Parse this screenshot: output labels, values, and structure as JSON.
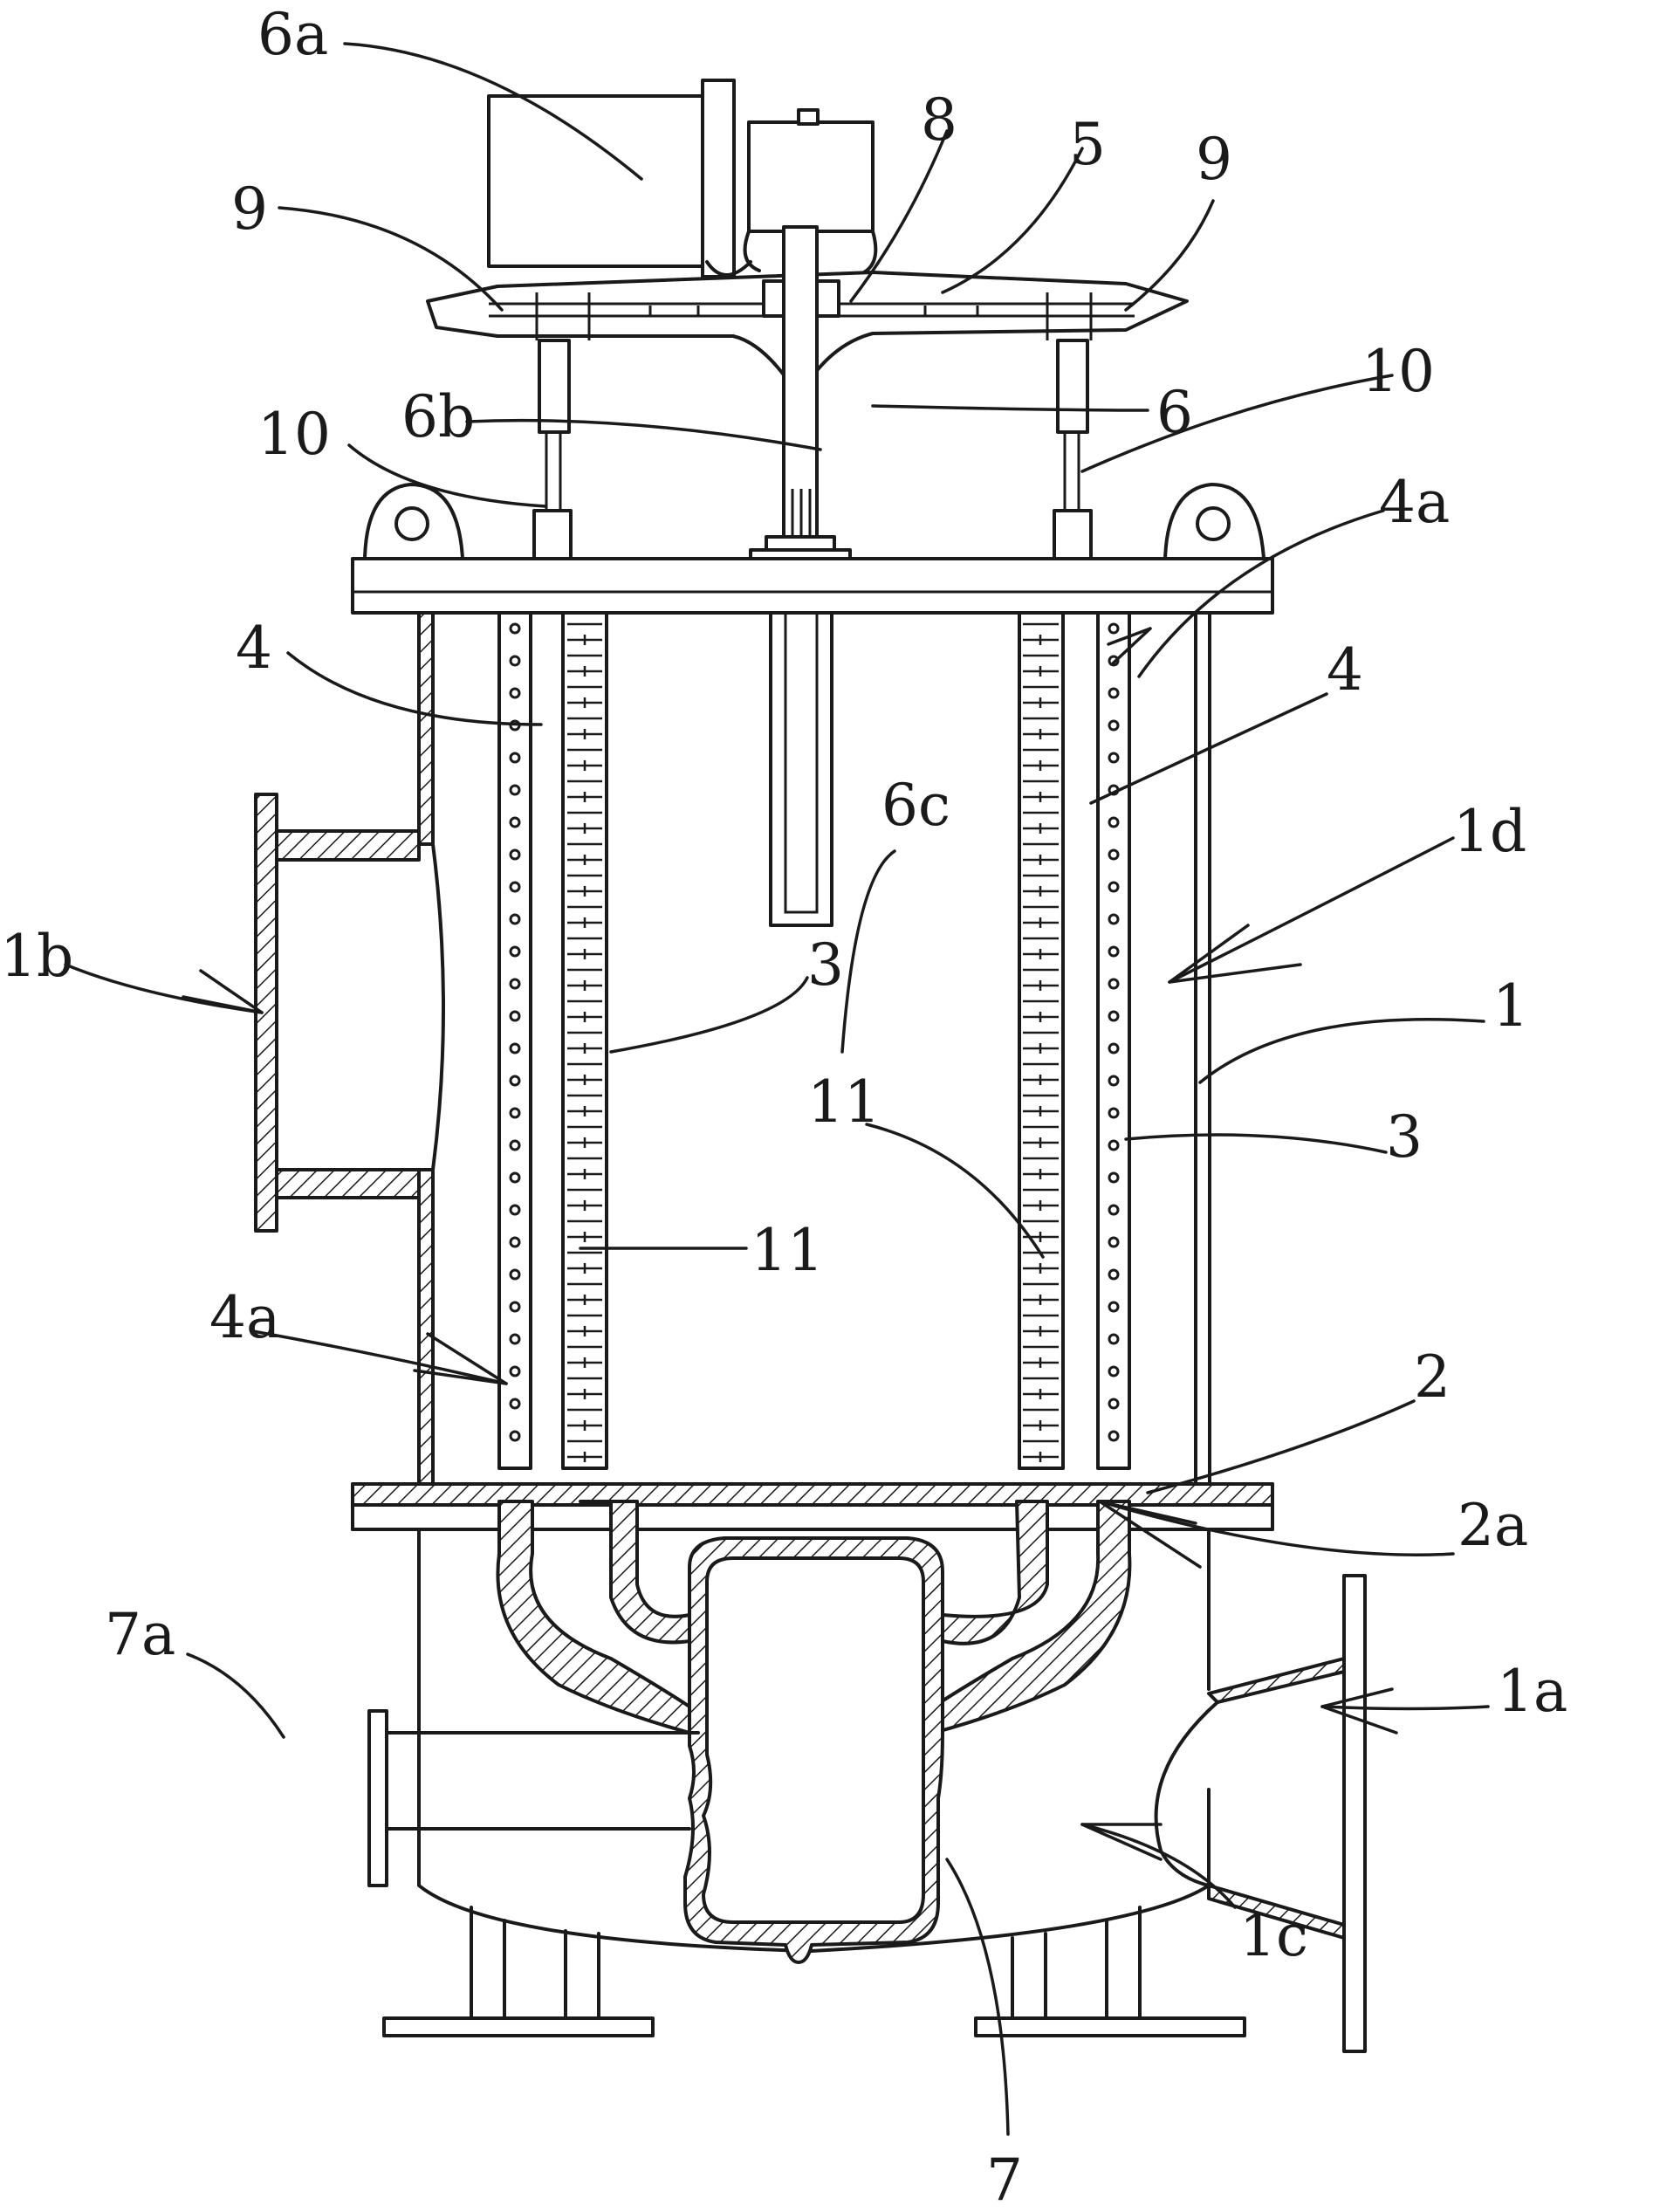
{
  "labels": {
    "l_6a": "6a",
    "l_8": "8",
    "l_5": "5",
    "l_9_left": "9",
    "l_9_right": "9",
    "l_10_left": "10",
    "l_10_right": "10",
    "l_6b": "6b",
    "l_6": "6",
    "l_4a_top": "4a",
    "l_4_left": "4",
    "l_4_right": "4",
    "l_6c": "6c",
    "l_1d": "1d",
    "l_1b": "1b",
    "l_1": "1",
    "l_3_left": "3",
    "l_3_right": "3",
    "l_11_left": "11",
    "l_11_right": "11",
    "l_4a_bottom": "4a",
    "l_2": "2",
    "l_2a": "2a",
    "l_7a": "7a",
    "l_1a": "1a",
    "l_1c": "1c",
    "l_7": "7"
  },
  "colors": {
    "line": "#1a1a1a",
    "background": "#ffffff"
  }
}
